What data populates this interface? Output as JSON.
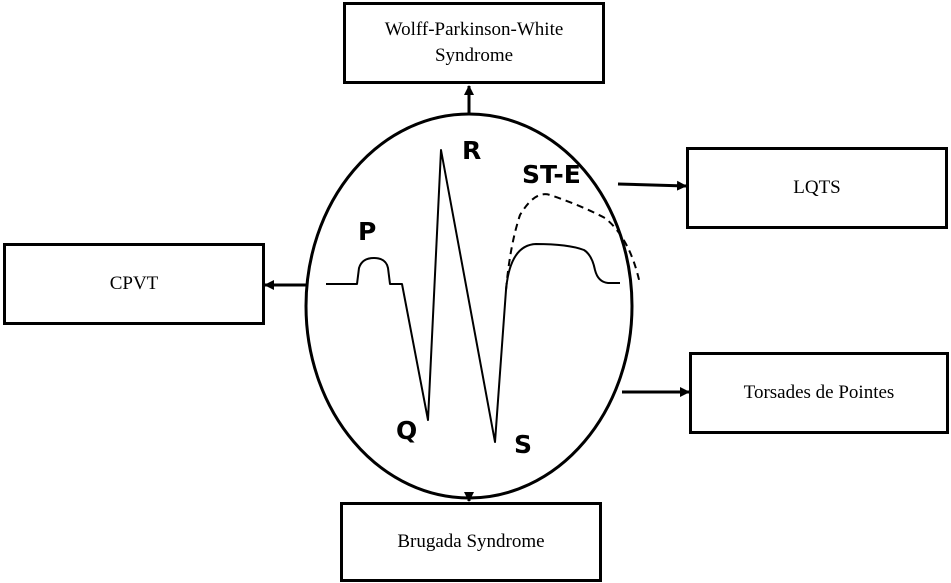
{
  "boxes": {
    "top": [
      "Wolff-Parkinson-White",
      "Syndrome"
    ],
    "right_upper": "LQTS",
    "left": "CPVT",
    "right_lower": "Torsades de Pointes",
    "bottom": "Brugada Syndrome"
  },
  "wave_labels": {
    "p": "P",
    "r": "R",
    "q": "Q",
    "s": "S",
    "ste": "ST-E"
  },
  "colors": {
    "stroke": "#000000",
    "background": "#ffffff"
  }
}
